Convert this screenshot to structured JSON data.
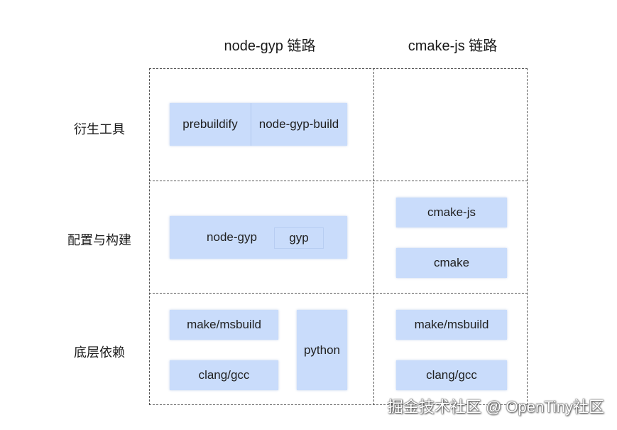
{
  "columns": {
    "node_gyp": "node-gyp 链路",
    "cmake_js": "cmake-js 链路"
  },
  "rows": {
    "derived_tools": "衍生工具",
    "config_build": "配置与构建",
    "low_level": "底层依赖"
  },
  "boxes": {
    "prebuildify": "prebuildify",
    "node_gyp_build": "node-gyp-build",
    "node_gyp": "node-gyp",
    "gyp": "gyp",
    "cmake_js": "cmake-js",
    "cmake": "cmake",
    "make_msbuild_left": "make/msbuild",
    "clang_gcc_left": "clang/gcc",
    "python": "python",
    "make_msbuild_right": "make/msbuild",
    "clang_gcc_right": "clang/gcc"
  },
  "watermark": "掘金技术社区 @ OpenTiny社区",
  "colors": {
    "box_fill": "#c9dcfb",
    "dashed_line": "#555555"
  }
}
